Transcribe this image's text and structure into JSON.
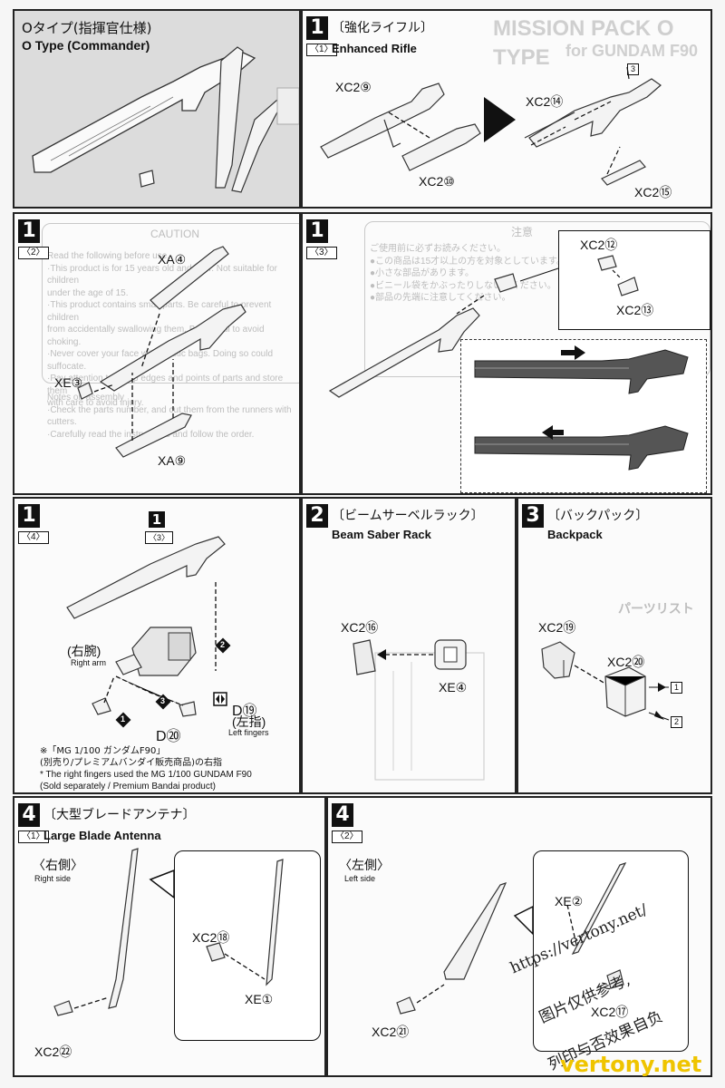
{
  "colors": {
    "accent_yellow": "#efc400",
    "panel_gray": "#dcdcdc",
    "ink": "#111111"
  },
  "o_type": {
    "title_jp": "Oタイプ(指揮官仕様)",
    "title_en": "O Type (Commander)"
  },
  "step1_1": {
    "num": "1",
    "sub": "〈1〉",
    "title_jp": "〔強化ライフル〕",
    "title_en": "Enhanced Rifle",
    "parts": [
      "XC2⑨",
      "XC2⑩",
      "XC2⑭",
      "XC2⑮"
    ],
    "box_label": "3",
    "ghost_header": "MISSION PACK O TYPE",
    "ghost_sub": "for GUNDAM F90"
  },
  "step1_2": {
    "num": "1",
    "sub": "〈2〉",
    "parts": [
      "XA④",
      "XE③",
      "XA⑨"
    ],
    "ghost_caution": "CAUTION",
    "ghost_text": "Read the following before use.\n·This product is for 15 years old and over. Not suitable for children\n under the age of 15.\n·This product contains small parts. Be careful to prevent children\n from accidentally swallowing them. Be careful to avoid choking.\n·Never cover your face with plastic bags. Doing so could suffocate.\n·Pay attention to sharp edges and points of parts and store them\n with care to avoid injury.",
    "ghost_notes": "Notes on assembly\n·Check the parts number, and cut them from the runners with cutters.\n·Carefully read the instructions and follow the order."
  },
  "step1_3": {
    "num": "1",
    "sub": "〈3〉",
    "parts": [
      "XC2⑫",
      "XC2⑬"
    ],
    "ghost_heading": "注意",
    "ghost_text": "ご使用前に必ずお読みください。\n●この商品は15才以上の方を対象としています。\n●小さな部品があります。\n●ビニール袋をかぶったりしないでください。\n●部品の先端に注意してください。"
  },
  "step1_4": {
    "num": "1",
    "sub": "〈4〉",
    "ref_num": "1",
    "ref_sub": "〈3〉",
    "right_arm_jp": "(右腕)",
    "right_arm_en": "Right arm",
    "parts": [
      "D⑳",
      "D⑲"
    ],
    "left_fingers_jp": "(左指)",
    "left_fingers_en": "Left fingers",
    "arrows": [
      "1",
      "2",
      "3"
    ],
    "note_jp": "※「MG 1/100 ガンダムF90」\n (別売り/プレミアムバンダイ販売商品)の右指",
    "note_en": "* The right fingers used the MG 1/100 GUNDAM F90\n (Sold separately / Premium Bandai product)"
  },
  "step2": {
    "num": "2",
    "title_jp": "〔ビームサーベルラック〕",
    "title_en": "Beam Saber Rack",
    "parts": [
      "XC2⑯",
      "XE④"
    ]
  },
  "step3": {
    "num": "3",
    "title_jp": "〔バックパック〕",
    "title_en": "Backpack",
    "parts": [
      "XC2⑲",
      "XC2⑳"
    ],
    "boxes": [
      "1",
      "2"
    ],
    "ghost_parts": "パーツリスト"
  },
  "step4_1": {
    "num": "4",
    "sub": "〈1〉",
    "title_jp": "〔大型ブレードアンテナ〕",
    "title_en": "Large Blade Antenna",
    "side_jp": "〈右側〉",
    "side_en": "Right side",
    "parts": [
      "XC2⑱",
      "XE①",
      "XC2㉒"
    ]
  },
  "step4_2": {
    "num": "4",
    "sub": "〈2〉",
    "side_jp": "〈左側〉",
    "side_en": "Left side",
    "parts": [
      "XE②",
      "XC2⑰",
      "XC2㉑"
    ]
  },
  "watermark": {
    "url": "https://vertony.net/",
    "line2": "图片仅供参考,",
    "line3": "列印与否效果自负",
    "brand": "vertony.net"
  }
}
